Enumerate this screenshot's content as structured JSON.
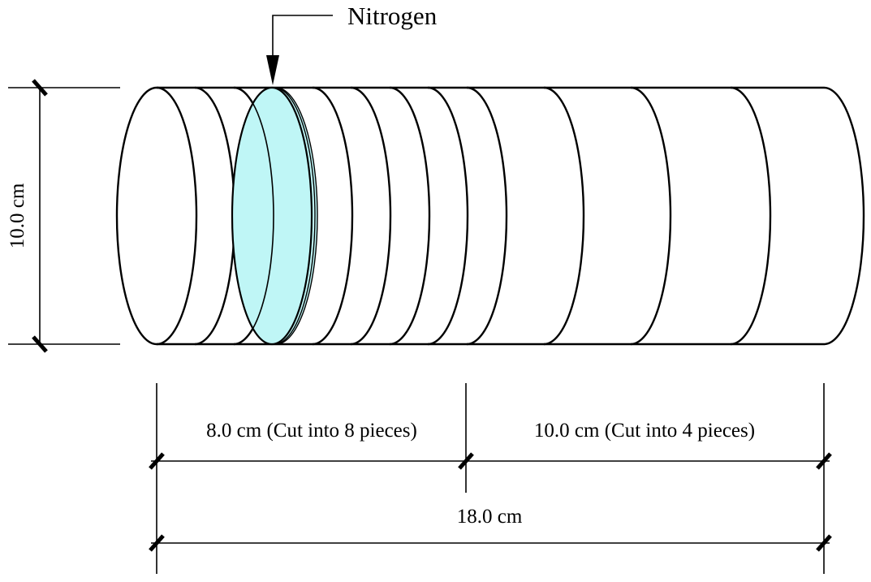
{
  "annotation": {
    "gas_label": "Nitrogen"
  },
  "dimensions": {
    "diameter_label": "10.0 cm",
    "segment_a_label": "8.0 cm (Cut into 8 pieces)",
    "segment_b_label": "10.0 cm (Cut into 4 pieces)",
    "total_length_label": "18.0 cm"
  },
  "colors": {
    "disc_fill": "#bff6f6",
    "line": "#000000",
    "background": "#ffffff"
  }
}
